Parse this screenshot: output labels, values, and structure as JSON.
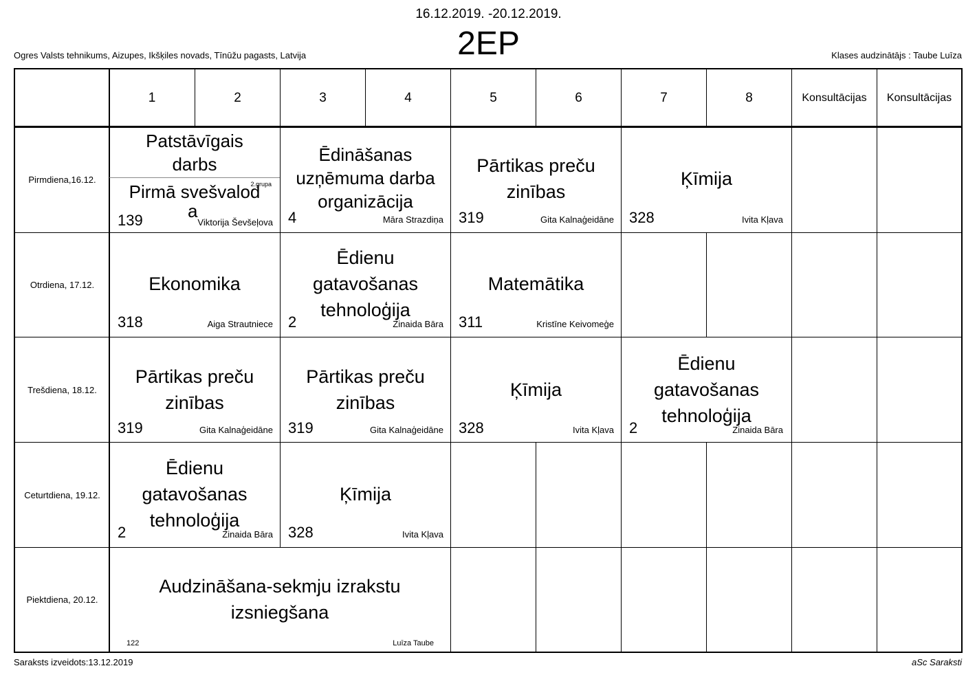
{
  "header": {
    "dates": "16.12.2019. -20.12.2019.",
    "class_name": "2EP",
    "school": "Ogres Valsts tehnikums, Aizupes, Ikšķiles novads, Tīnūžu pagasts, Latvija",
    "class_teacher": "Klases audzinātājs : Taube Luīza"
  },
  "footer": {
    "created": "Saraksts izveidots:13.12.2019",
    "brand": "aSc Saraksti"
  },
  "columns": [
    "1",
    "2",
    "3",
    "4",
    "5",
    "6",
    "7",
    "8",
    "Konsultācijas",
    "Konsultācijas"
  ],
  "days": [
    "Pirmdiena,16.12.",
    "Otrdiena, 17.12.",
    "Trešdiena, 18.12.",
    "Ceturtdiena, 19.12.",
    "Piektdiena, 20.12."
  ],
  "lessons": {
    "mon_1a": {
      "subject_l1": "Patstāvīgais",
      "subject_l2": "darbs"
    },
    "mon_1b": {
      "group": "2.grupa",
      "subject_l1": "Pirmā svešvalod",
      "subject_l2": "a",
      "room": "139",
      "teacher": "Viktorija Ševšeļova"
    },
    "mon_2": {
      "subject_l1": "Ēdināšanas",
      "subject_l2": "uzņēmuma darba",
      "subject_l3": "organizācija",
      "room": "4",
      "teacher": "Māra Strazdiņa"
    },
    "mon_3": {
      "subject_l1": "Pārtikas preču",
      "subject_l2": "zinības",
      "room": "319",
      "teacher": "Gita Kalnaģeidāne"
    },
    "mon_4": {
      "subject_l1": "Ķīmija",
      "room": "328",
      "teacher": "Ivita Kļava"
    },
    "tue_1": {
      "subject_l1": "Ekonomika",
      "room": "318",
      "teacher": "Aiga Strautniece"
    },
    "tue_2": {
      "subject_l1": "Ēdienu",
      "subject_l2": "gatavošanas",
      "subject_l3": "tehnoloģija",
      "room": "2",
      "teacher": "Zinaida Bāra"
    },
    "tue_3": {
      "subject_l1": "Matemātika",
      "room": "311",
      "teacher": "Kristīne Keivomeģe"
    },
    "wed_1": {
      "subject_l1": "Pārtikas preču",
      "subject_l2": "zinības",
      "room": "319",
      "teacher": "Gita Kalnaģeidāne"
    },
    "wed_2": {
      "subject_l1": "Pārtikas preču",
      "subject_l2": "zinības",
      "room": "319",
      "teacher": "Gita Kalnaģeidāne"
    },
    "wed_3": {
      "subject_l1": "Ķīmija",
      "room": "328",
      "teacher": "Ivita Kļava"
    },
    "wed_4": {
      "subject_l1": "Ēdienu",
      "subject_l2": "gatavošanas",
      "subject_l3": "tehnoloģija",
      "room": "2",
      "teacher": "Zinaida Bāra"
    },
    "thu_1": {
      "subject_l1": "Ēdienu",
      "subject_l2": "gatavošanas",
      "subject_l3": "tehnoloģija",
      "room": "2",
      "teacher": "Zinaida Bāra"
    },
    "thu_2": {
      "subject_l1": "Ķīmija",
      "room": "328",
      "teacher": "Ivita Kļava"
    },
    "fri_1": {
      "subject_l1": "Audzināšana-sekmju izrakstu",
      "subject_l2": "izsniegšana",
      "room": "122",
      "teacher": "Luīza Taube"
    }
  }
}
